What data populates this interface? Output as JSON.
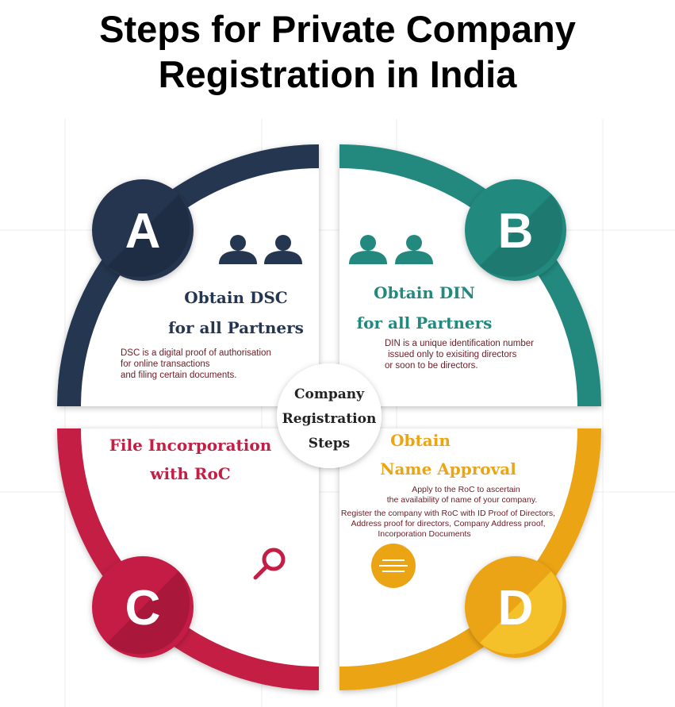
{
  "title": [
    "Steps for Private Company",
    "Registration in India"
  ],
  "center": [
    "Company",
    "Registration",
    "Steps"
  ],
  "colors": {
    "a": "#253650",
    "b": "#23897f",
    "c": "#c41e45",
    "d": "#eba414",
    "desc": "#6b1c25"
  },
  "steps": [
    {
      "letter": "A",
      "heading": [
        "Obtain DSC",
        "for all Partners"
      ],
      "desc": [
        "DSC is a digital proof of authorisation",
        "for online transactions",
        "and filing certain documents."
      ],
      "icon": "users-icon"
    },
    {
      "letter": "B",
      "heading": [
        "Obtain DIN",
        "for all Partners"
      ],
      "desc": [
        "DIN is a unique identification number",
        "issued only to exisiting directors",
        "or soon to be directors."
      ],
      "icon": "users-icon"
    },
    {
      "letter": "C",
      "heading": [
        "File Incorporation",
        "with RoC"
      ],
      "desc": [],
      "icon": "search-icon"
    },
    {
      "letter": "D",
      "heading": [
        "Obtain",
        "Name Approval"
      ],
      "desc": [
        "Apply to the RoC to ascertain",
        "the availability of name of your company.",
        "Register the company with RoC with ID Proof of Directors,",
        "Address proof for directors, Company Address proof,",
        "Incorporation Documents"
      ],
      "icon": "menu-lines-icon"
    }
  ]
}
